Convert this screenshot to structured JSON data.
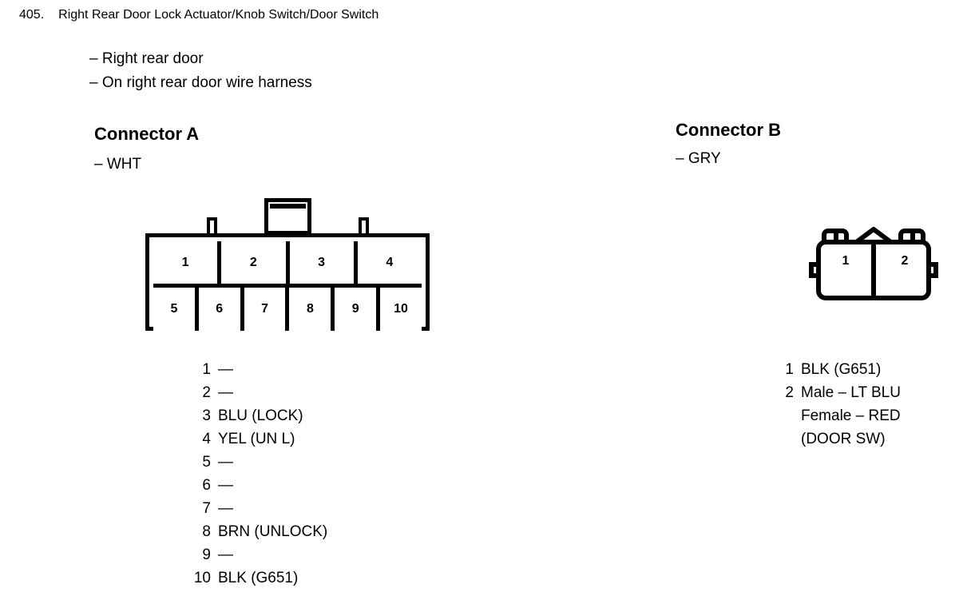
{
  "title": {
    "number": "405.",
    "text": "Right Rear Door Lock Actuator/Knob Switch/Door Switch"
  },
  "subtitles": [
    "– Right rear door",
    "– On right rear door wire harness"
  ],
  "connector_a": {
    "heading": "Connector A",
    "color": "– WHT",
    "top_row_cells": [
      "1",
      "2",
      "3",
      "4"
    ],
    "bottom_row_cells": [
      "5",
      "6",
      "7",
      "8",
      "9",
      "10"
    ],
    "pins": [
      {
        "num": "1",
        "label": "—"
      },
      {
        "num": "2",
        "label": "—"
      },
      {
        "num": "3",
        "label": "BLU (LOCK)"
      },
      {
        "num": "4",
        "label": "YEL (UN L)"
      },
      {
        "num": "5",
        "label": "—"
      },
      {
        "num": "6",
        "label": "—"
      },
      {
        "num": "7",
        "label": "—"
      },
      {
        "num": "8",
        "label": "BRN (UNLOCK)"
      },
      {
        "num": "9",
        "label": "—"
      },
      {
        "num": "10",
        "label": "BLK (G651)"
      }
    ]
  },
  "connector_b": {
    "heading": "Connector B",
    "color": "– GRY",
    "cells": [
      "1",
      "2"
    ],
    "pins": [
      {
        "num": "1",
        "label": "BLK (G651)",
        "continuations": []
      },
      {
        "num": "2",
        "label": "Male – LT BLU",
        "continuations": [
          "Female – RED",
          "(DOOR SW)"
        ]
      }
    ]
  },
  "colors": {
    "ink": "#000000",
    "background": "#ffffff"
  }
}
